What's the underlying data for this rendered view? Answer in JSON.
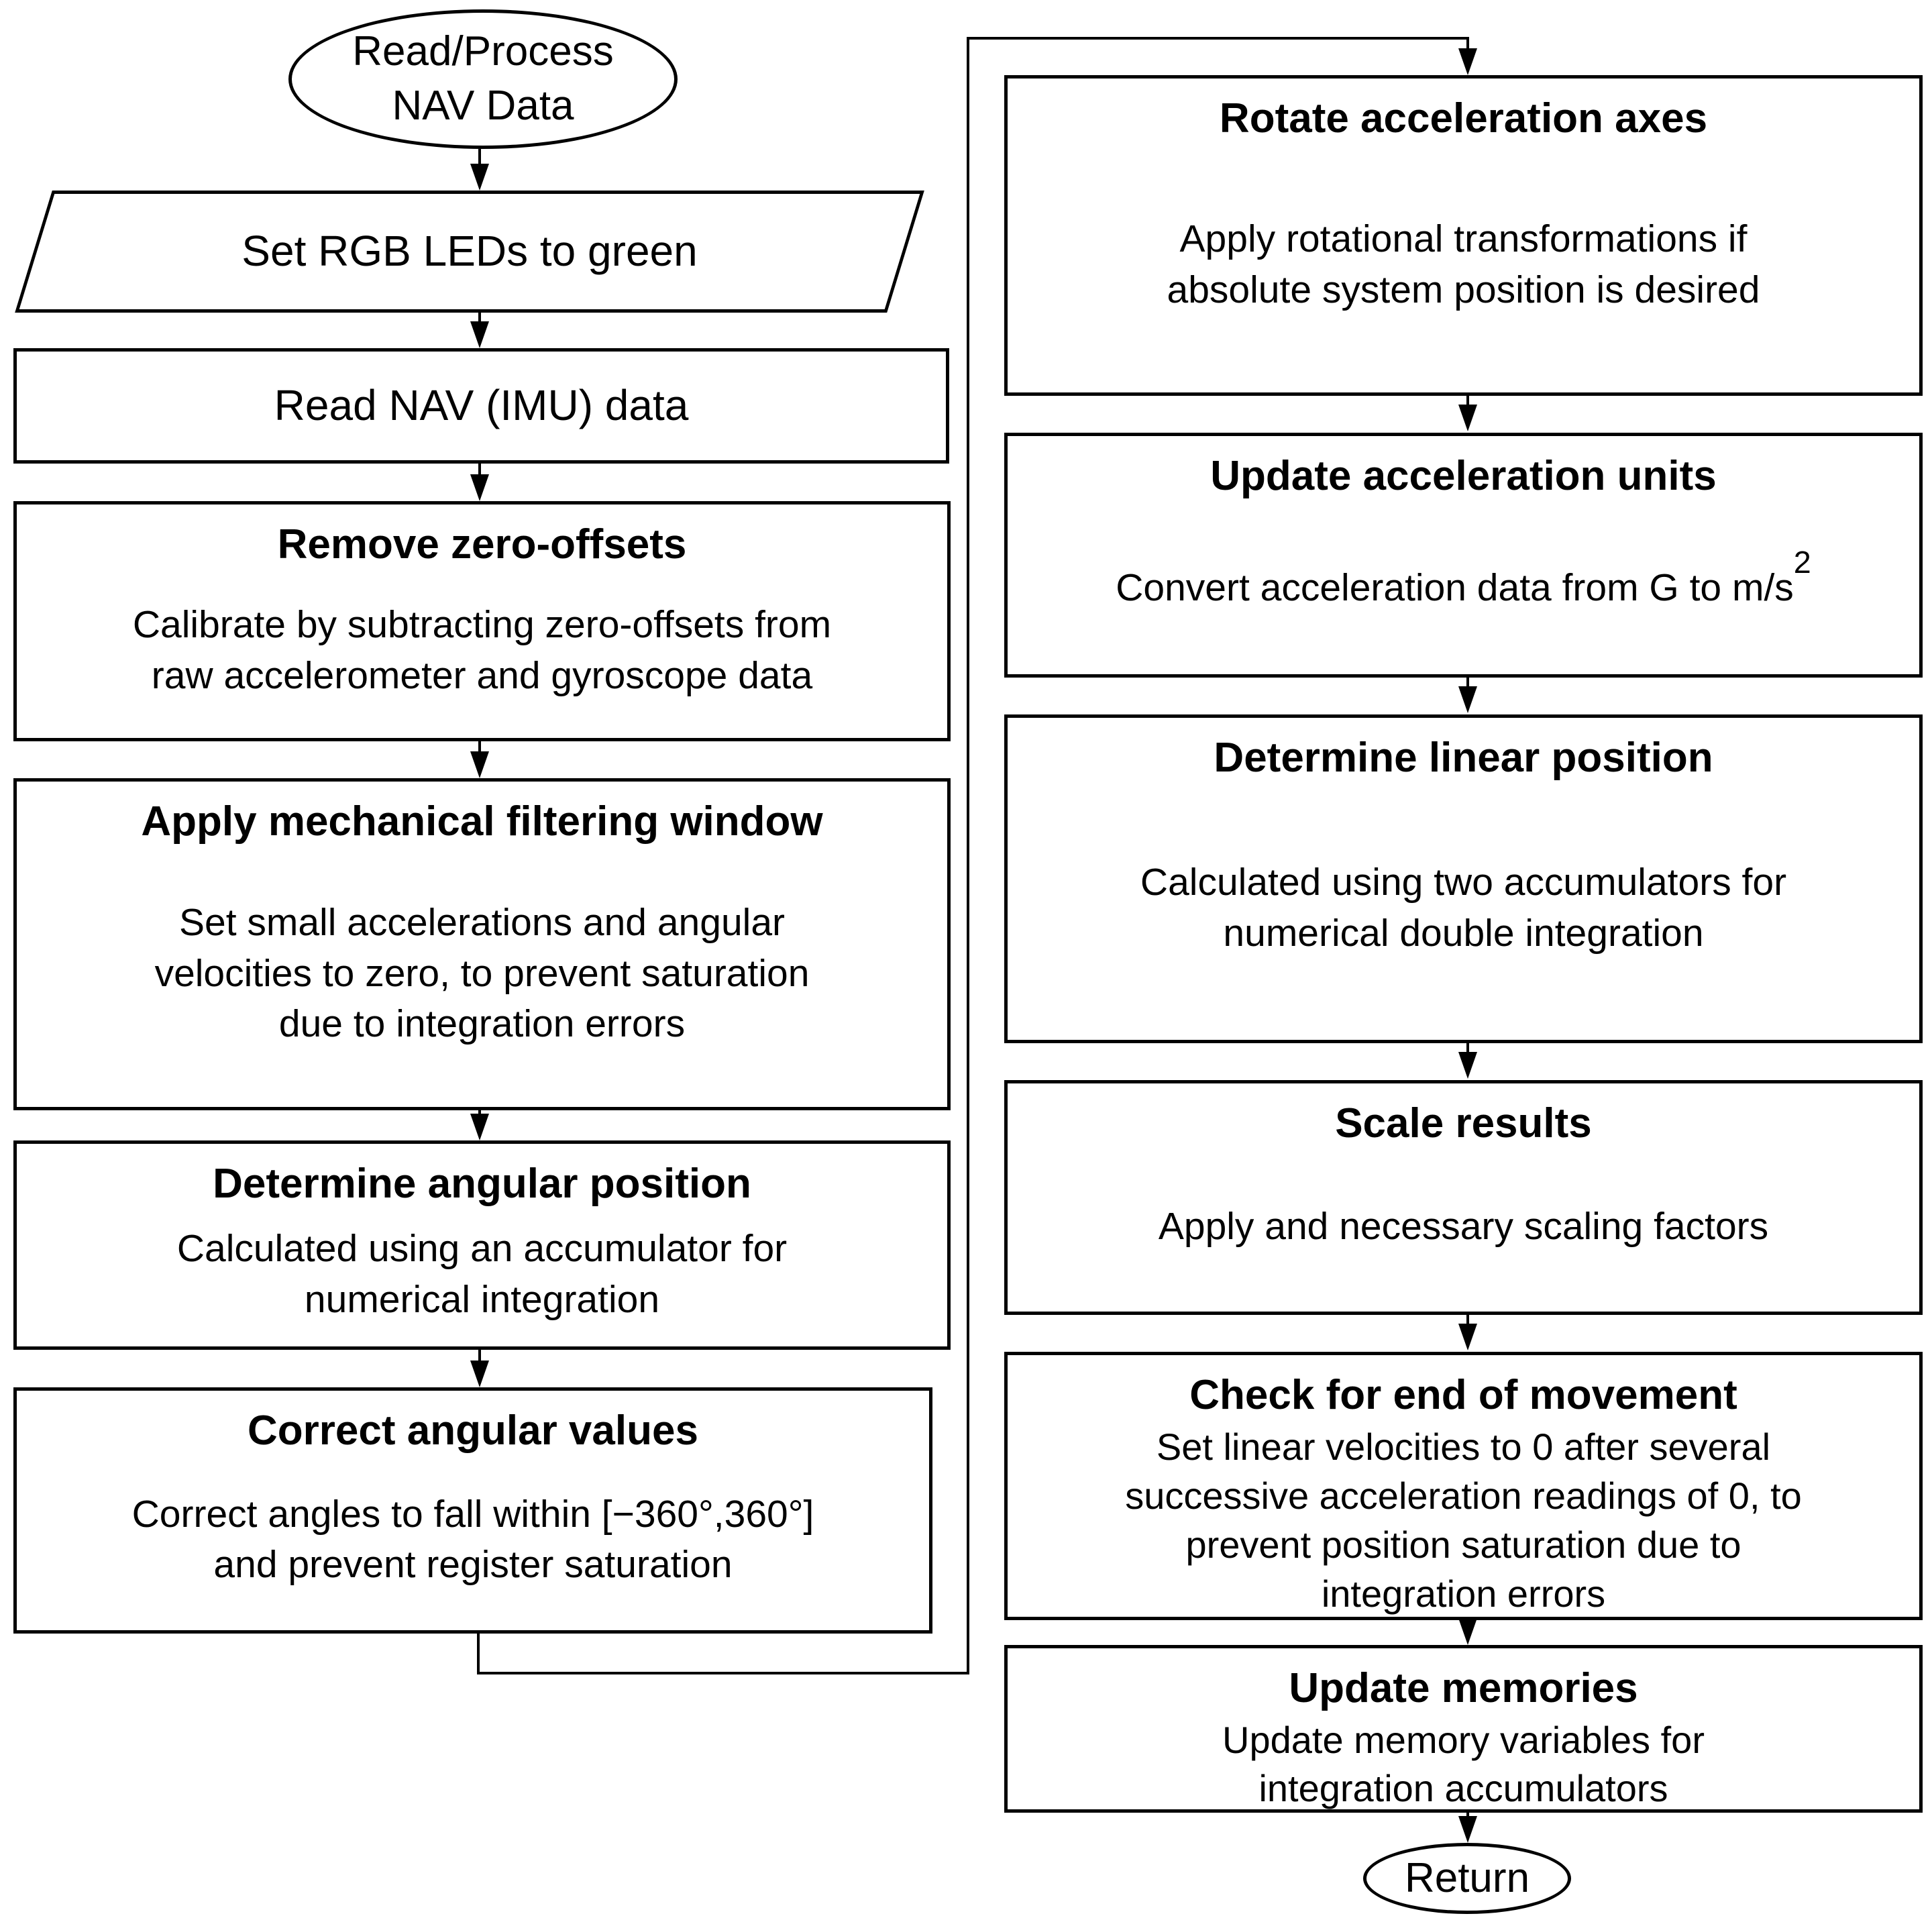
{
  "colors": {
    "line": "#000000",
    "background": "#ffffff",
    "text": "#000000"
  },
  "nodes": {
    "start": {
      "label": "Read/Process\nNAV Data"
    },
    "set_leds": {
      "label": "Set RGB LEDs to green"
    },
    "read_nav": {
      "label": "Read NAV (IMU) data"
    },
    "remove_offsets": {
      "title": "Remove zero-offsets",
      "body": "Calibrate by subtracting zero-offsets from\nraw accelerometer and gyroscope data"
    },
    "apply_filter": {
      "title": "Apply mechanical filtering window",
      "body": "Set small accelerations and angular\nvelocities to zero, to prevent saturation\ndue to integration errors"
    },
    "determine_angular": {
      "title": "Determine angular position",
      "body": "Calculated using an accumulator for\nnumerical integration"
    },
    "correct_angular": {
      "title": "Correct angular values",
      "body": "Correct angles to fall within [−360°,360°]\nand prevent register saturation"
    },
    "rotate_axes": {
      "title": "Rotate acceleration axes",
      "body": "Apply rotational transformations if\nabsolute system position is desired"
    },
    "update_units": {
      "title": "Update acceleration units",
      "body_prefix": "Convert acceleration data from G to m/s",
      "body_sup": "2"
    },
    "determine_linear": {
      "title": "Determine linear position",
      "body": "Calculated using two accumulators for\nnumerical double integration"
    },
    "scale_results": {
      "title": "Scale results",
      "body": "Apply and necessary scaling factors"
    },
    "check_end": {
      "title": "Check for end of movement",
      "body": "Set linear velocities to 0 after several\nsuccessive acceleration readings of 0, to\nprevent position saturation due to\nintegration errors"
    },
    "update_memories": {
      "title": "Update memories",
      "body": "Update memory variables for\nintegration accumulators"
    },
    "return": {
      "label": "Return"
    }
  }
}
